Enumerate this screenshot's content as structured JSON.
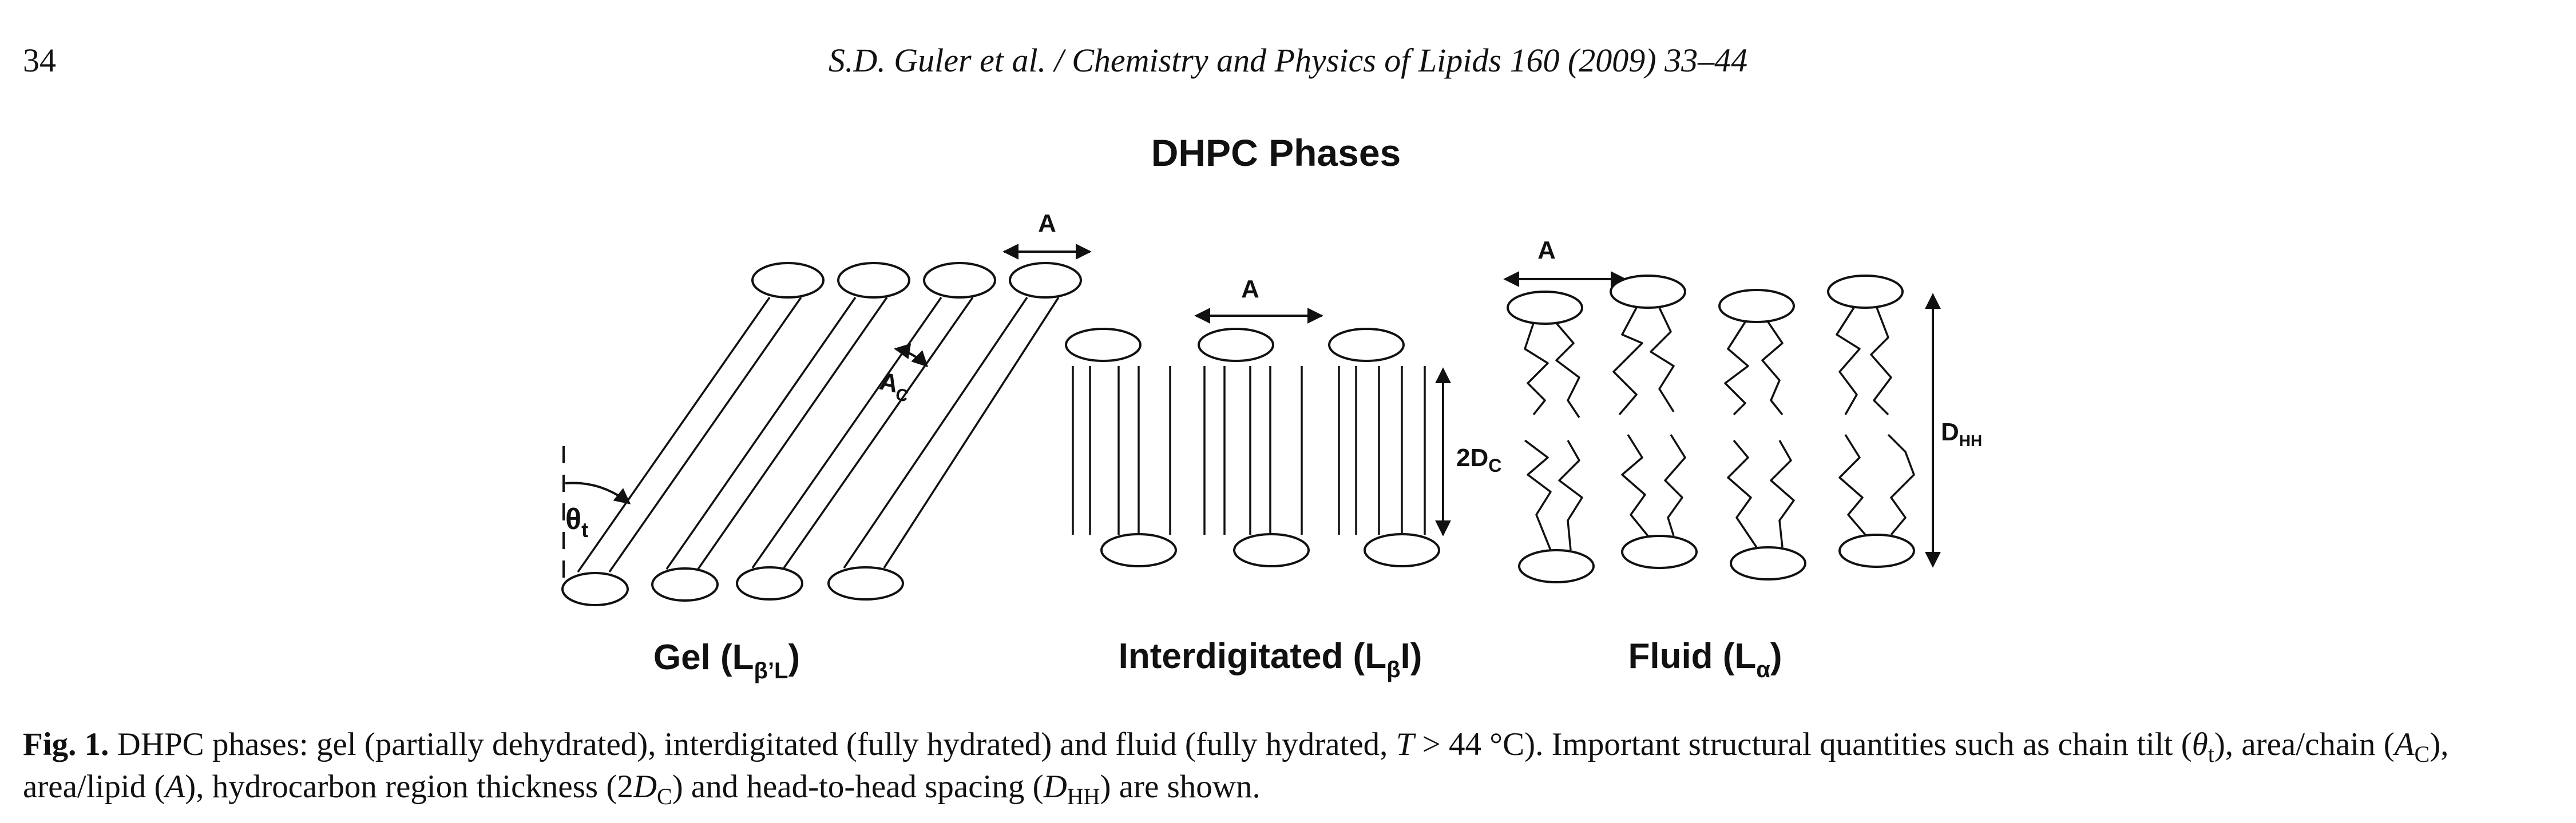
{
  "header": {
    "page_number": "34",
    "running_head": "S.D. Guler et al. / Chemistry and Physics of Lipids 160 (2009) 33–44"
  },
  "figure": {
    "title": "DHPC Phases",
    "panels": [
      {
        "id": "gel",
        "label_main": "Gel (L",
        "label_sub": "β’L",
        "label_end": ")",
        "annotations": {
          "area": "A",
          "area_chain": "A",
          "area_chain_sub": "C",
          "tilt": "θ",
          "tilt_sub": "t"
        }
      },
      {
        "id": "interdigitated",
        "label_main": "Interdigitated (L",
        "label_sub": "β",
        "label_end": "I)",
        "annotations": {
          "area": "A",
          "thickness": "2D",
          "thickness_sub": "C"
        }
      },
      {
        "id": "fluid",
        "label_main": "Fluid (L",
        "label_sub": "α",
        "label_end": ")",
        "annotations": {
          "area": "A",
          "spacing": "D",
          "spacing_sub": "HH"
        }
      }
    ]
  },
  "caption": {
    "label": "Fig. 1.",
    "part1": " DHPC phases: gel (partially dehydrated), interdigitated (fully hydrated) and fluid (fully hydrated, ",
    "temp_var": "T",
    "temp_value": " > 44 °C",
    "part2": "). Important structural quantities such as chain tilt (",
    "tilt_sym": "θ",
    "tilt_sub": "t",
    "part3": "), area/chain (",
    "area_chain_sym": "A",
    "area_chain_sub": "C",
    "part4": "), area/lipid (",
    "area_sym": "A",
    "part5": "), hydrocarbon region thickness (2",
    "thick_sym": "D",
    "thick_sub": "C",
    "part6": ") and head-to-head spacing (",
    "spacing_sym": "D",
    "spacing_sub": "HH",
    "part7": ") are shown."
  }
}
